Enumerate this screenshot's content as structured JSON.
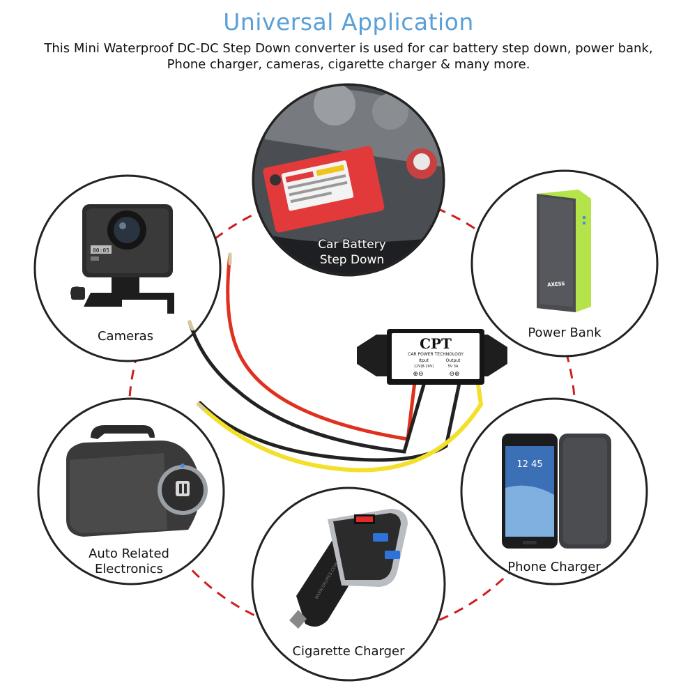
{
  "header": {
    "title": "Universal Application",
    "subtitle": "This Mini Waterproof DC-DC Step Down converter is used for car battery step down, power bank, Phone charger, cameras, cigarette charger & many more."
  },
  "converter": {
    "brand": "CPT",
    "tagline": "CAR POWER TECHNOLOGY",
    "input_label": "Itput",
    "output_label": "Output",
    "input_spec": "12V(8-20V)",
    "output_spec": "5V 3A"
  },
  "applications": {
    "car_battery": "Car Battery Step Down",
    "cameras": "Cameras",
    "power_bank": "Power Bank",
    "auto_electronics": "Auto Related Electronics",
    "phone_charger": "Phone Charger",
    "cigarette_charger": "Cigarette Charger"
  },
  "product_markings": {
    "camera_display": "00:05",
    "phone_clock": "12 45",
    "power_bank_brand": "AXESS",
    "charger_url": "WWW.ERLIPES.COM"
  },
  "colors": {
    "title": "#5a9fd6",
    "dashed_ring": "#cc1f1f",
    "wire_red": "#e0301e",
    "wire_yellow": "#f2e02a",
    "wire_black": "#222222"
  }
}
